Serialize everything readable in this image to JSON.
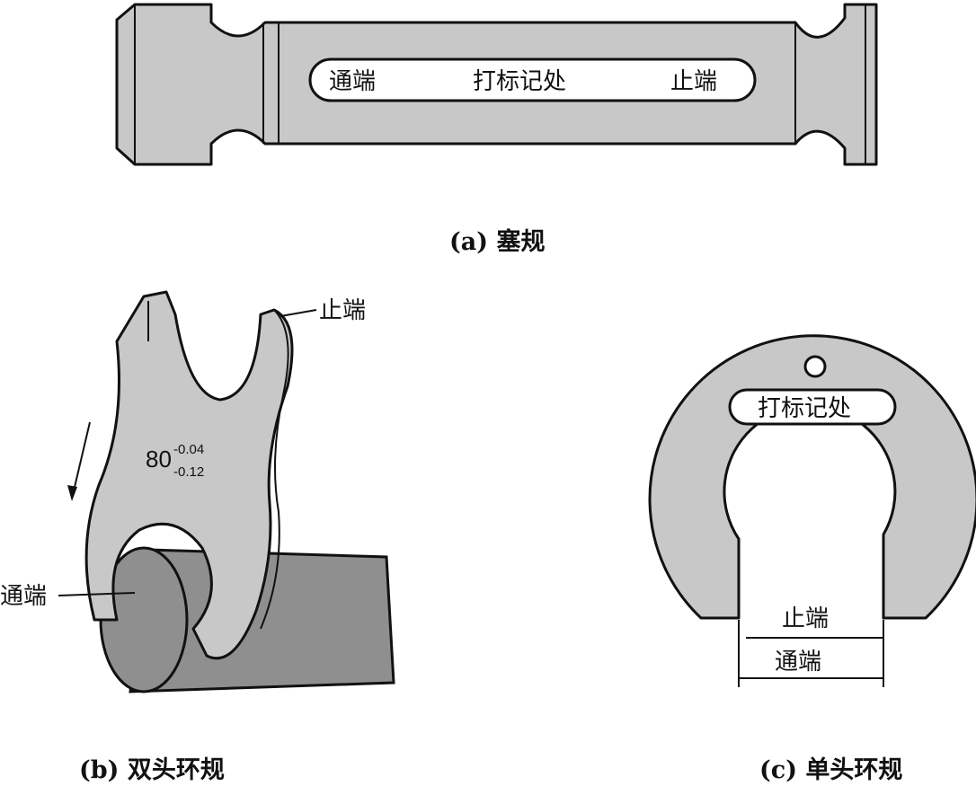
{
  "figure_a": {
    "caption": "(a) 塞规",
    "labels": {
      "go_end": "通端",
      "marking_area": "打标记处",
      "nogo_end": "止端"
    }
  },
  "figure_b": {
    "caption": "(b) 双头环规",
    "labels": {
      "nogo_end": "止端",
      "go_end": "通端"
    },
    "dimension": {
      "nominal": "80",
      "upper_dev": "-0.04",
      "lower_dev": "-0.12"
    }
  },
  "figure_c": {
    "caption": "(c) 单头环规",
    "labels": {
      "marking_area": "打标记处",
      "nogo_end": "止端",
      "go_end": "通端"
    }
  },
  "colors": {
    "body": "#c8c8c8",
    "shaft": "#8f8f8f",
    "line": "#111111"
  }
}
